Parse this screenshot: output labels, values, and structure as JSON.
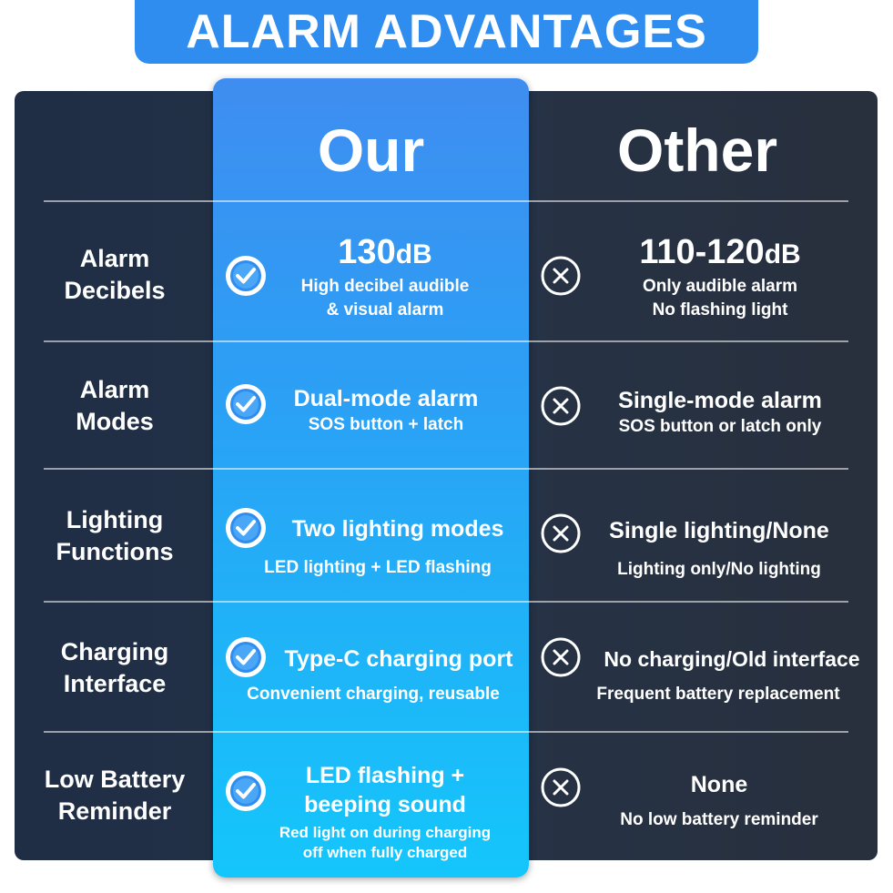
{
  "title": "ALARM ADVANTAGES",
  "columns": {
    "our": "Our",
    "other": "Other"
  },
  "colors": {
    "banner": "#2f8df0",
    "panel": "#243146",
    "our_top": "#3f8df0",
    "our_bottom": "#14c6fb",
    "text": "#ffffff"
  },
  "icons": {
    "our": "check-circle-icon",
    "other": "x-circle-icon"
  },
  "rows": [
    {
      "label_lines": [
        "Alarm",
        "Decibels"
      ],
      "our": {
        "value": "130",
        "unit": "dB",
        "lines": [
          "High decibel audible",
          "& visual alarm"
        ]
      },
      "other": {
        "value": "110-120",
        "unit": "dB",
        "lines": [
          "Only audible alarm",
          "No flashing light"
        ]
      }
    },
    {
      "label_lines": [
        "Alarm",
        "Modes"
      ],
      "our": {
        "headline": "Dual-mode alarm",
        "lines": [
          "SOS button + latch"
        ]
      },
      "other": {
        "headline": "Single-mode alarm",
        "lines": [
          "SOS button or latch only"
        ]
      }
    },
    {
      "label_lines": [
        "Lighting",
        "Functions"
      ],
      "our": {
        "headline": "Two lighting modes",
        "lines": [
          "LED lighting + LED flashing"
        ]
      },
      "other": {
        "headline": "Single lighting/None",
        "lines": [
          "Lighting only/No lighting"
        ]
      }
    },
    {
      "label_lines": [
        "Charging",
        "Interface"
      ],
      "our": {
        "headline": "Type-C charging port",
        "lines": [
          "Convenient charging, reusable"
        ]
      },
      "other": {
        "headline": "No charging/Old interface",
        "lines": [
          "Frequent battery replacement"
        ]
      }
    },
    {
      "label_lines": [
        "Low Battery",
        "Reminder"
      ],
      "our": {
        "headline_lines": [
          "LED flashing +",
          "beeping sound"
        ],
        "small_lines": [
          "Red light on during charging",
          "off when fully charged"
        ]
      },
      "other": {
        "headline": "None",
        "lines": [
          "No low battery reminder"
        ]
      }
    }
  ]
}
